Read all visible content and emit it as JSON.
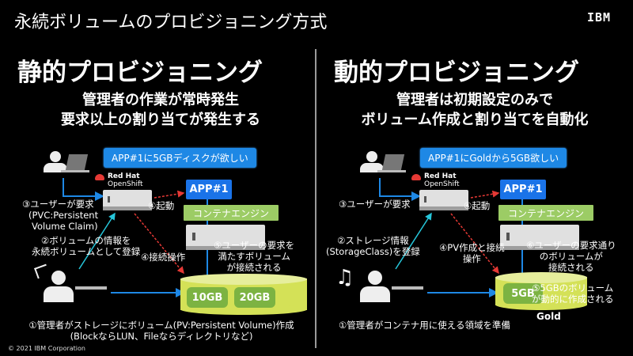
{
  "title": "永続ボリュームのプロビジョニング方式",
  "logo": "IBM",
  "copyright": "© 2021 IBM Corporation",
  "left": {
    "heading": "静的プロビジョニング",
    "sub_line1": "管理者の作業が常時発生",
    "sub_line2": "要求以上の割り当てが発生する",
    "bubble": "APP#1に5GBディスクが欲しい",
    "redhat": "Red Hat",
    "openshift": "OpenShift",
    "app": "APP#1",
    "engine": "コンテナエンジン",
    "step3": "③ユーザーが要求",
    "step3b": "(PVC:Persistent",
    "step3c": "Volume Claim)",
    "step4": "④起動",
    "step2": "②ボリュームの情報を",
    "step2b": "永続ボリュームとして登録",
    "step4b": "④接続操作",
    "step5": "⑤ユーザーの要求を",
    "step5b": "満たすボリューム",
    "step5c": "が接続される",
    "vol1": "10GB",
    "vol2": "20GB",
    "step1": "①管理者がストレージにボリューム(PV:Persistent Volume)作成",
    "step1b": "(BlockならLUN、Fileならディレクトリなど)"
  },
  "right": {
    "heading": "動的プロビジョニング",
    "sub_line1": "管理者は初期設定のみで",
    "sub_line2": "ボリューム作成と割り当てを自動化",
    "bubble": "APP#1にGoldから5GB欲しい",
    "redhat": "Red Hat",
    "openshift": "OpenShift",
    "app": "APP#1",
    "engine": "コンテナエンジン",
    "step3": "③ユーザーが要求",
    "step4": "④起動",
    "step2": "②ストレージ情報",
    "step2b": "(StorageClass)を登録",
    "step4b": "④PV作成と接続",
    "step4c": "操作",
    "step6": "⑥ユーザーの要求通り",
    "step6b": "のボリュームが",
    "step6c": "接続される",
    "step5": "⑤5GBのボリューム",
    "step5b": "が動的に作成される",
    "vol": "5GB",
    "gold": "Gold",
    "music": "♫",
    "step1": "①管理者がコンテナ用に使える領域を準備"
  }
}
